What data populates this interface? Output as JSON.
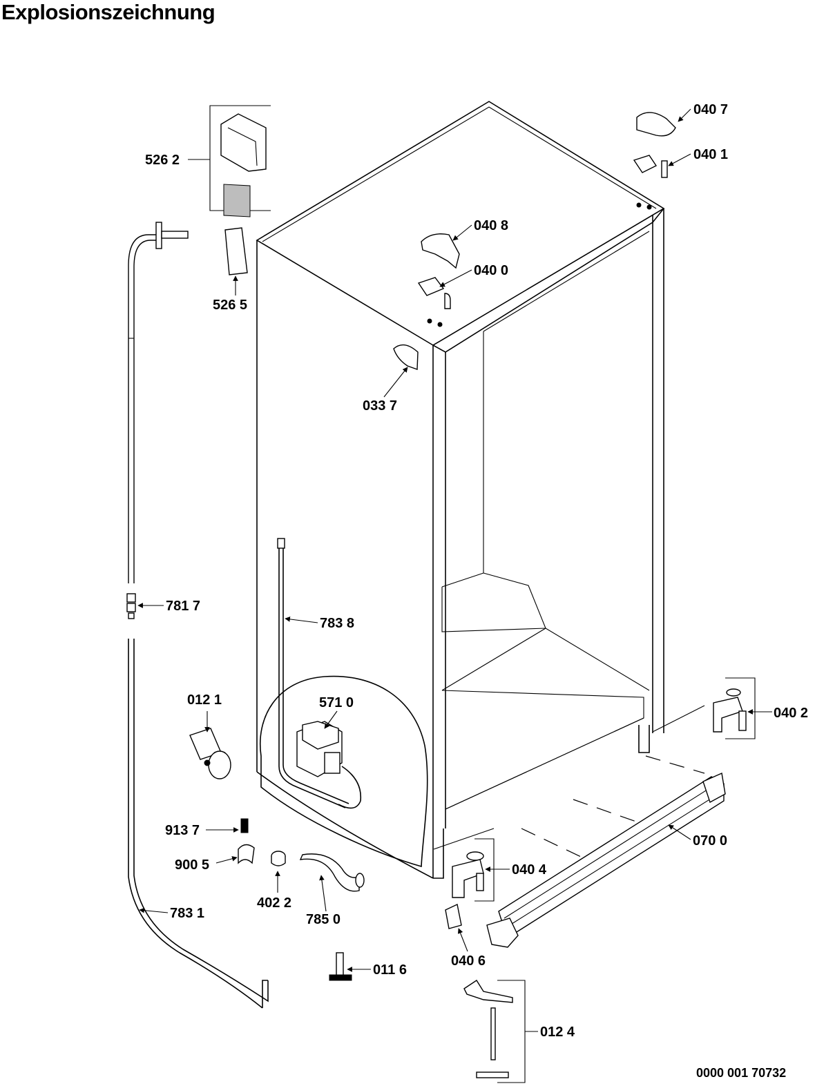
{
  "page": {
    "title": "Explosionszeichnung",
    "document_number": "0000 001 70732"
  },
  "diagram": {
    "callouts": [
      {
        "id": "p0407",
        "label": "040 7"
      },
      {
        "id": "p0401",
        "label": "040 1"
      },
      {
        "id": "p5262",
        "label": "526 2"
      },
      {
        "id": "p0408",
        "label": "040 8"
      },
      {
        "id": "p0400",
        "label": "040 0"
      },
      {
        "id": "p5265",
        "label": "526 5"
      },
      {
        "id": "p0337",
        "label": "033 7"
      },
      {
        "id": "p7817",
        "label": "781 7"
      },
      {
        "id": "p7838",
        "label": "783 8"
      },
      {
        "id": "p0121",
        "label": "012 1"
      },
      {
        "id": "p5710",
        "label": "571 0"
      },
      {
        "id": "p0402",
        "label": "040 2"
      },
      {
        "id": "p9137",
        "label": "913 7"
      },
      {
        "id": "p0700",
        "label": "070 0"
      },
      {
        "id": "p9005",
        "label": "900 5"
      },
      {
        "id": "p0404",
        "label": "040 4"
      },
      {
        "id": "p4022",
        "label": "402 2"
      },
      {
        "id": "p7831",
        "label": "783 1"
      },
      {
        "id": "p7850",
        "label": "785 0"
      },
      {
        "id": "p0406",
        "label": "040 6"
      },
      {
        "id": "p0116",
        "label": "011 6"
      },
      {
        "id": "p0124",
        "label": "012 4"
      }
    ]
  }
}
